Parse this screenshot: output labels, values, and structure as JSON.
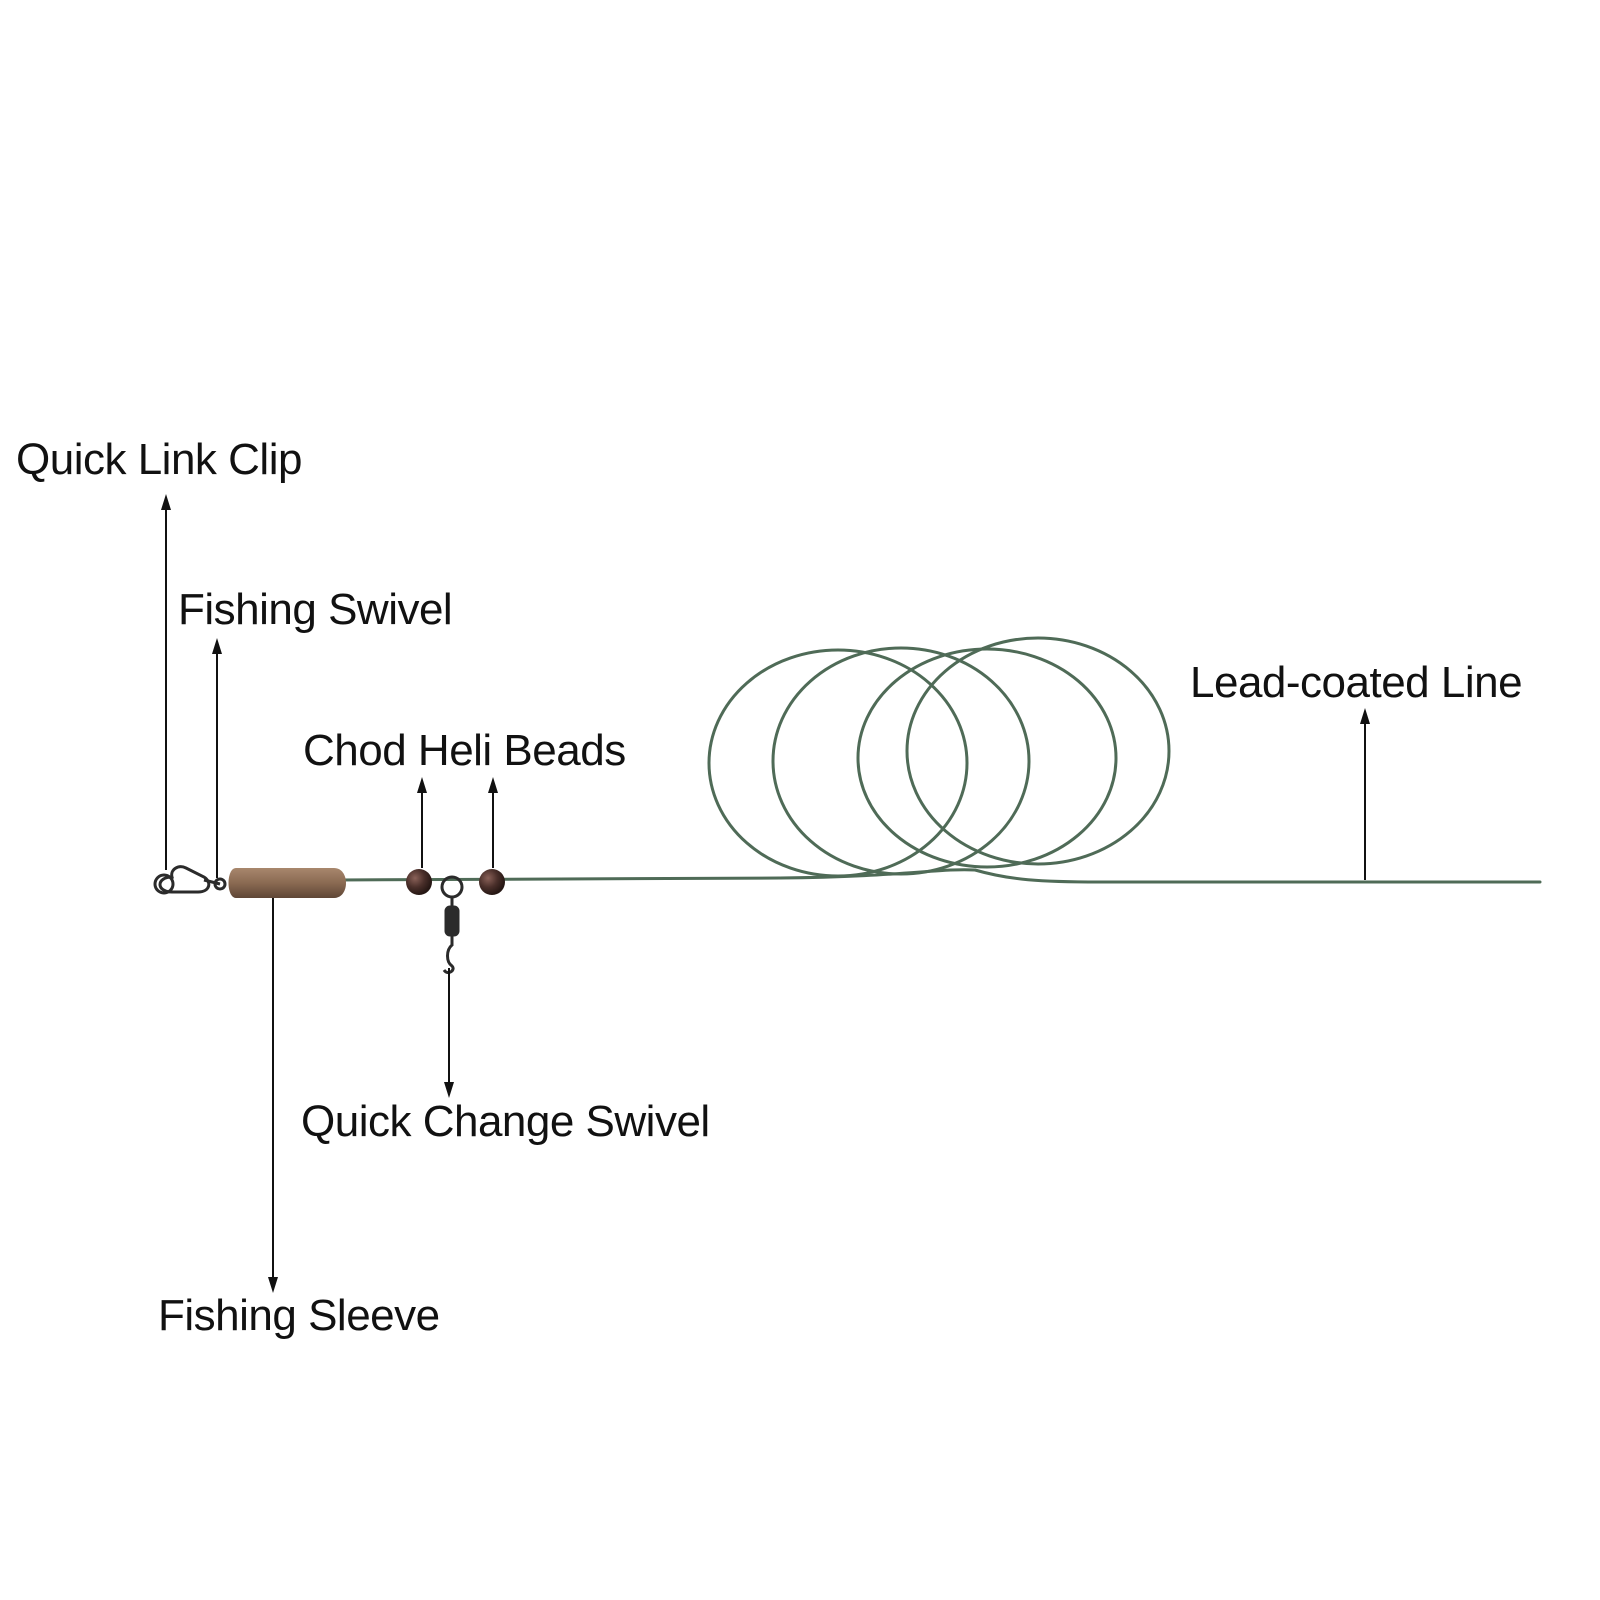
{
  "labels": {
    "quick_link_clip": "Quick Link Clip",
    "fishing_swivel": "Fishing Swivel",
    "chod_heli_beads": "Chod Heli Beads",
    "lead_coated_line": "Lead-coated Line",
    "quick_change_swivel": "Quick Change Swivel",
    "fishing_sleeve": "Fishing Sleeve"
  },
  "colors": {
    "line": "#4f6b57",
    "sleeve": "#8a6a52",
    "bead": "#4a2f2a",
    "metal": "#2b2b2b",
    "text": "#111111"
  },
  "icons": {
    "clip": "quick-link-clip-icon",
    "swivel": "quick-change-swivel-icon"
  }
}
